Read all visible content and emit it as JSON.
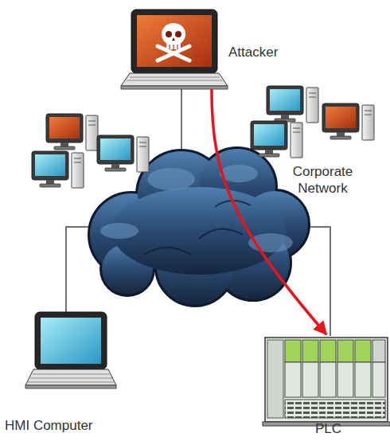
{
  "diagram": {
    "nodes": [
      {
        "text": [
          "Attacker"
        ]
      },
      {
        "text": [
          "HMI Computer"
        ]
      },
      {
        "text": [
          "PLC"
        ]
      }
    ],
    "edges": [
      {
        "from": 0,
        "to": 2,
        "arrow": "to"
      }
    ],
    "labels": [
      "Corporate Network"
    ]
  }
}
